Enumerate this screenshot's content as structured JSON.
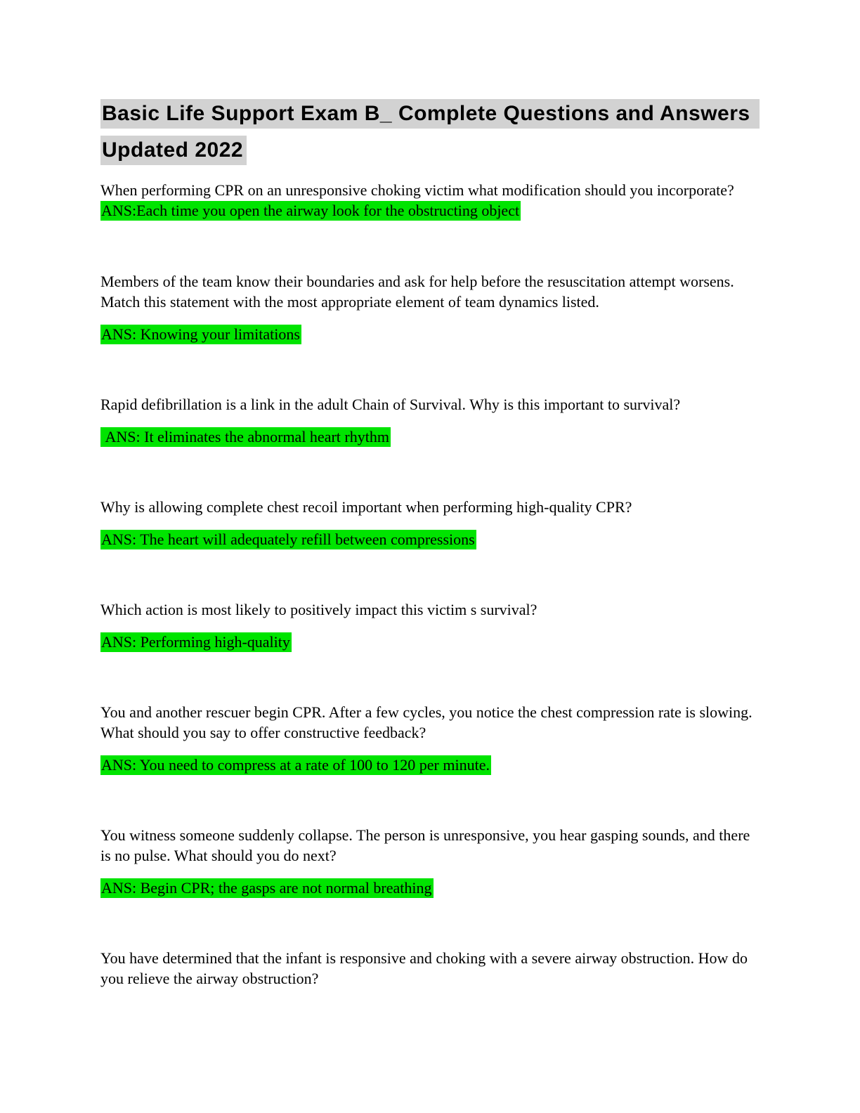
{
  "title": {
    "text": "Basic Life Support Exam B_ Complete Questions and Answers Updated 2022"
  },
  "colors": {
    "title_highlight": "#d2d2d2",
    "answer_highlight": "#00e400",
    "text": "#000000",
    "page_background": "#ffffff"
  },
  "qa": [
    {
      "question": "When performing CPR on an unresponsive choking victim what modification should you incorporate? ",
      "answer": "ANS:Each time you open the airway look for the obstructing object"
    },
    {
      "question": "Members of the team know their boundaries and ask for help before the resuscitation attempt worsens. Match this statement with the most appropriate element of team dynamics listed.",
      "answer": "ANS: Knowing your limitations"
    },
    {
      "question": "Rapid defibrillation is a link in the adult Chain of Survival. Why is this important to survival?",
      "answer": " ANS: It eliminates the abnormal heart rhythm"
    },
    {
      "question": "Why is allowing complete chest recoil important when performing high-quality CPR?",
      "answer": "ANS: The heart will adequately refill between compressions"
    },
    {
      "question": "Which action is most likely to positively impact this victim s survival?",
      "answer": "ANS: Performing high-quality"
    },
    {
      "question": "You and another rescuer begin CPR. After a few cycles, you notice the chest compression rate is slowing. What should you say to offer constructive feedback?",
      "answer": "ANS: You need to compress at a rate of 100 to 120 per minute."
    },
    {
      "question": "You witness someone suddenly collapse. The person is unresponsive, you hear gasping sounds, and there is no pulse. What should you do next?",
      "answer": "ANS: Begin CPR; the gasps are not normal breathing"
    },
    {
      "question": "You have determined that the infant is responsive and choking with a severe airway obstruction. How do you relieve the airway obstruction?",
      "answer": null
    }
  ]
}
